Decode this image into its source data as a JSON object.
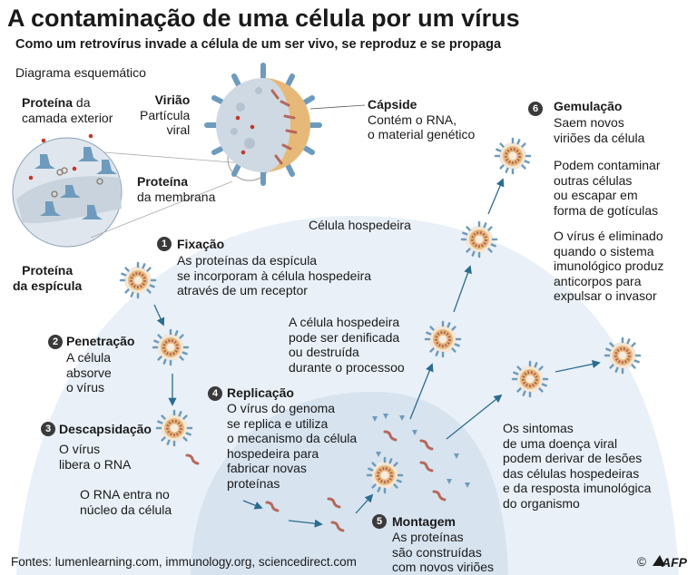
{
  "title": "A contaminação de uma célula por um vírus",
  "subtitle": "Como um retrovírus invade a célula de um ser vivo, se reproduz e se propaga",
  "diagram_label": "Diagrama esquemático",
  "virion": {
    "label_bold": "Virião",
    "label_rest": "Partícula\nviral"
  },
  "outer_protein": {
    "bold": "Proteína",
    "rest": " da\ncamada exterior"
  },
  "membrane_protein": {
    "bold": "Proteína",
    "rest": "da membrana"
  },
  "spike_protein": {
    "bold": "Proteína\nda espícula"
  },
  "capsid": {
    "bold": "Cápside",
    "rest": "Contém o RNA,\no material genético"
  },
  "host_cell": "Célula hospedeira",
  "steps": [
    {
      "number": "1",
      "title": "Fixação",
      "text": "As proteínas da espícula\nse incorporam à célula hospedeira\natravés de um receptor"
    },
    {
      "number": "2",
      "title": "Penetração",
      "text": "A célula\nabsorve\no vírus"
    },
    {
      "number": "3",
      "title": "Descapsidação",
      "text": "O vírus\nlibera o RNA"
    },
    {
      "number": "4",
      "title": "Replicação",
      "text": "O vírus do genoma\nse replica e utiliza\no mecanismo da célula\nhospedeira para\nfabricar novas\nproteínas"
    },
    {
      "number": "5",
      "title": "Montagem",
      "text": "As proteínas\nsão construídas\ncom novos viriões"
    },
    {
      "number": "6",
      "title": "Gemulação",
      "text": "Saem novos\nviriões da célula"
    }
  ],
  "rna_nucleus": "O RNA entra no\nnúcleo da célula",
  "host_damaged": "A célula hospedeira\npode ser denificada\nou destruída\ndurante o processoo",
  "contaminate": "Podem contaminar\noutras células\nou escapar em\nforma de gotículas",
  "eliminated": "O vírus é eliminado\nquando o sistema\nimunológico produz\nanticorpos para\nexpulsar o invasor",
  "symptoms": "Os sintomas\nde uma doença viral\npodem derivar de lesões\ndas células hospedeiras\ne da resposta imunológica\ndo organismo",
  "sources": "Fontes: lumenlearning.com, immunology.org, sciencedirect.com",
  "credit": "©",
  "logo_text": "AFP",
  "colors": {
    "cell_fill": "#e9f0f7",
    "nucleus_fill": "#d7e3ef",
    "spike": "#6e9bbd",
    "capsid": "#e7b978",
    "rna": "#b5685b",
    "arrow": "#2b6c8f",
    "number_badge": "#3a3a3a"
  }
}
